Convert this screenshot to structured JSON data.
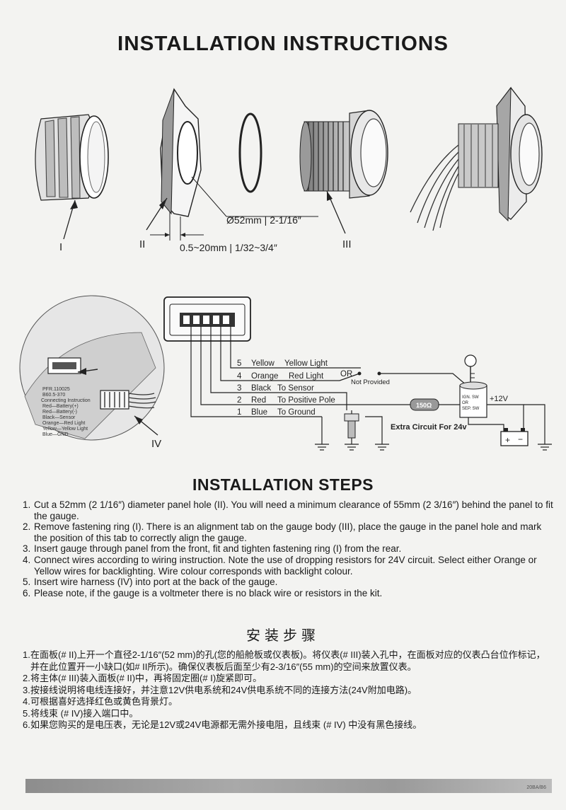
{
  "title": "INSTALLATION INSTRUCTIONS",
  "parts": {
    "label_i": "I",
    "label_ii": "II",
    "label_iii": "III",
    "label_iv": "IV",
    "hole_dimension": "Ø52mm | 2-1/16″",
    "panel_thickness": "0.5~20mm | 1/32~3/4″"
  },
  "wiring": {
    "wires": [
      {
        "num": "5",
        "color": "Yellow",
        "desc": "Yellow Light"
      },
      {
        "num": "4",
        "color": "Orange",
        "desc": "Red Light"
      },
      {
        "num": "3",
        "color": "Black",
        "desc": "To Sensor"
      },
      {
        "num": "2",
        "color": "Red",
        "desc": "To Positive Pole"
      },
      {
        "num": "1",
        "color": "Blue",
        "desc": "To Ground"
      }
    ],
    "or_label": "OR",
    "not_provided": "Not Provided",
    "resistor": "150Ω",
    "switch_text": [
      "IGN. SW",
      "OR",
      "SEP. SW"
    ],
    "voltage": "+12V",
    "battery_plus": "+",
    "battery_minus": "−",
    "extra_circuit": "Extra Circuit For 24v",
    "inset_text": [
      "PFR.110025",
      "B60.5-370",
      "Connecting Instruction",
      "Red—Battery(+)",
      "Red—Battery(-)",
      "Black—Sensor",
      "Orange—Red Light",
      "Yellow—Yellow Light",
      "Blue—GND"
    ]
  },
  "steps_title": "INSTALLATION STEPS",
  "steps": [
    {
      "num": "1.",
      "text": "Cut a 52mm (2 1/16″) diameter panel hole (II). You will need a minimum clearance of 55mm (2 3/16″) behind the panel to fit the gauge."
    },
    {
      "num": "2.",
      "text": "Remove fastening ring (I). There is an alignment tab on the gauge body (III), place the gauge in the panel hole and mark the position of this tab to correctly align the gauge."
    },
    {
      "num": "3.",
      "text": "Insert gauge through panel from the front, fit and tighten fastening ring (I) from the rear."
    },
    {
      "num": "4.",
      "text": "Connect wires according to wiring instruction. Note the use of dropping resistors for 24V circuit. Select either Orange or Yellow wires for backlighting. Wire colour corresponds with backlight colour."
    },
    {
      "num": "5.",
      "text": "Insert wire harness (IV) into port at the back of the gauge."
    },
    {
      "num": "6.",
      "text": "Please note, if the gauge is a voltmeter there is no black wire or resistors in the kit."
    }
  ],
  "cn_title": "安装步骤",
  "cn_steps": [
    {
      "num": "1.",
      "text": "在面板(# II)上开一个直径2-1/16″(52 mm)的孔(您的船舱板或仪表板)。将仪表(# III)装入孔中，在面板对应的仪表凸台位作标记，并在此位置开一小缺口(如# II所示)。确保仪表板后面至少有2-3/16″(55 mm)的空间来放置仪表。"
    },
    {
      "num": "2.",
      "text": "将主体(# III)装入面板(# II)中，再将固定圈(# I)旋紧即可。"
    },
    {
      "num": "3.",
      "text": "按接线说明将电线连接好，并注意12V供电系统和24V供电系统不同的连接方法(24V附加电路)。"
    },
    {
      "num": "4.",
      "text": "可根据喜好选择红色或黄色背景灯。"
    },
    {
      "num": "5.",
      "text": "将线束 (# IV)接入端口中。"
    },
    {
      "num": "6.",
      "text": "如果您购买的是电压表，无论是12V或24V电源都无需外接电阻，且线束 (# IV) 中没有黑色接线。"
    }
  ],
  "footer_code": "20BA/B6"
}
